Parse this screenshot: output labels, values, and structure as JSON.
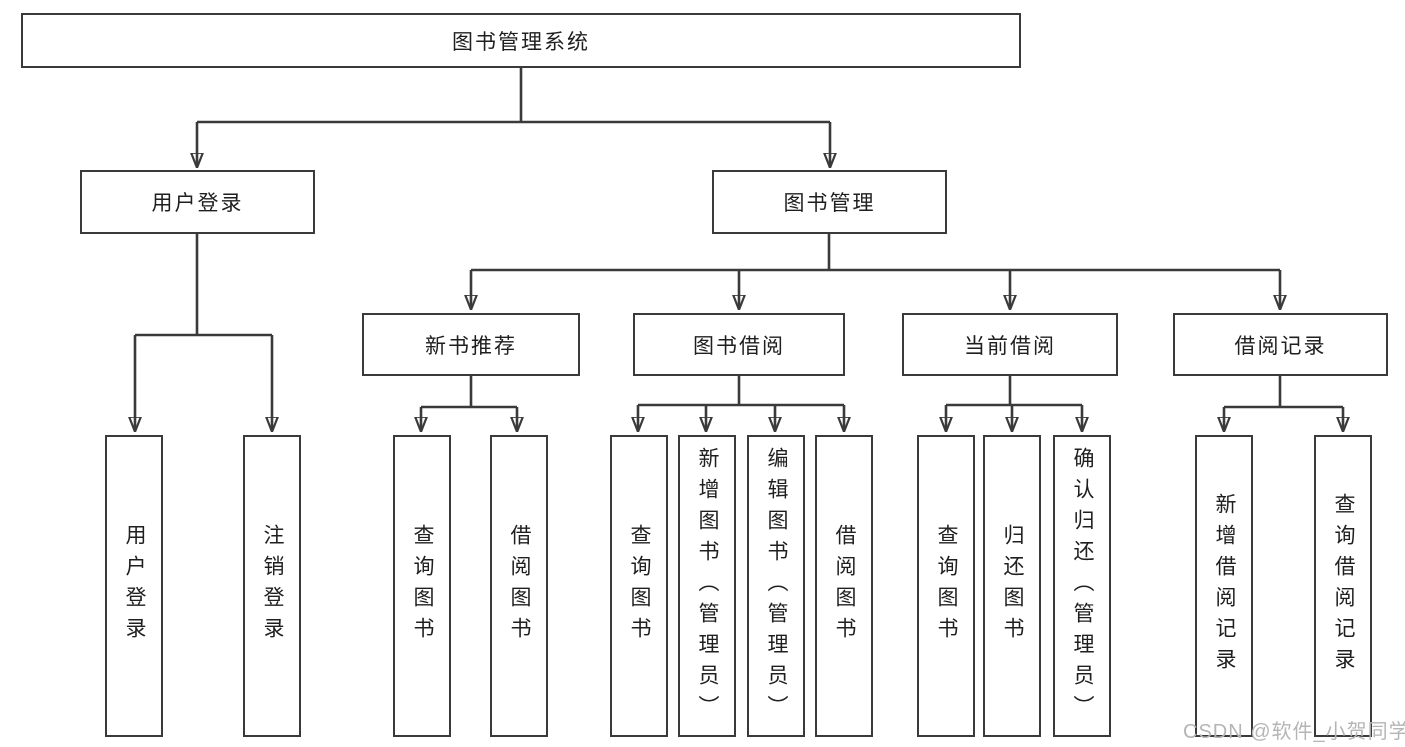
{
  "diagram": {
    "root": {
      "label": "图书管理系统",
      "children": [
        {
          "label": "用户登录",
          "children": [
            {
              "label": "用户登录"
            },
            {
              "label": "注销登录"
            }
          ]
        },
        {
          "label": "图书管理",
          "children": [
            {
              "label": "新书推荐",
              "children": [
                {
                  "label": "查询图书"
                },
                {
                  "label": "借阅图书"
                }
              ]
            },
            {
              "label": "图书借阅",
              "children": [
                {
                  "label": "查询图书"
                },
                {
                  "label": "新增图书（管理员）"
                },
                {
                  "label": "编辑图书（管理员）"
                },
                {
                  "label": "借阅图书"
                }
              ]
            },
            {
              "label": "当前借阅",
              "children": [
                {
                  "label": "查询图书"
                },
                {
                  "label": "归还图书"
                },
                {
                  "label": "确认归还（管理员）"
                }
              ]
            },
            {
              "label": "借阅记录",
              "children": [
                {
                  "label": "新增借阅记录"
                },
                {
                  "label": "查询借阅记录"
                }
              ]
            }
          ]
        }
      ]
    }
  },
  "watermark": {
    "text": "CSDN @软件_小贺同学"
  },
  "theme": {
    "line_color": "#3a3a3a",
    "box_bg": "#ffffff",
    "text_color": "#1f1f1f",
    "watermark_color": "#b5b5b5"
  }
}
